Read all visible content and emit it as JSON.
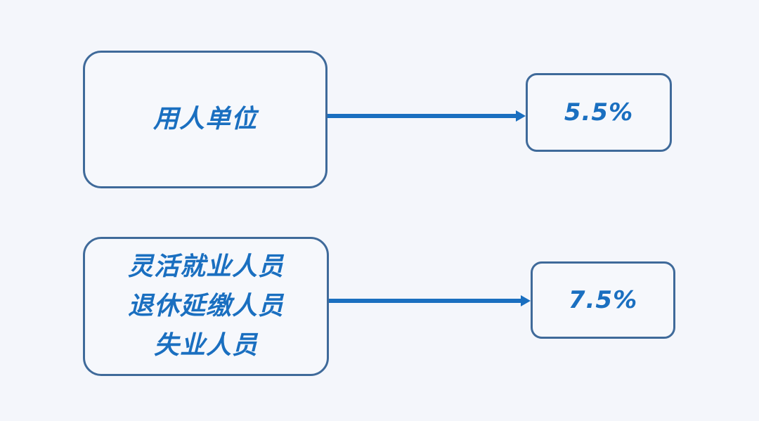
{
  "diagram": {
    "rows": [
      {
        "source_lines": [
          "用人单位"
        ],
        "rate": "5.5%"
      },
      {
        "source_lines": [
          "灵活就业人员",
          "退休延缴人员",
          "失业人员"
        ],
        "rate": "7.5%"
      }
    ],
    "colors": {
      "border": "#3f6a9a",
      "text": "#1a6fc0",
      "arrow": "#1a6fc0",
      "background": "#f4f6fb"
    }
  }
}
